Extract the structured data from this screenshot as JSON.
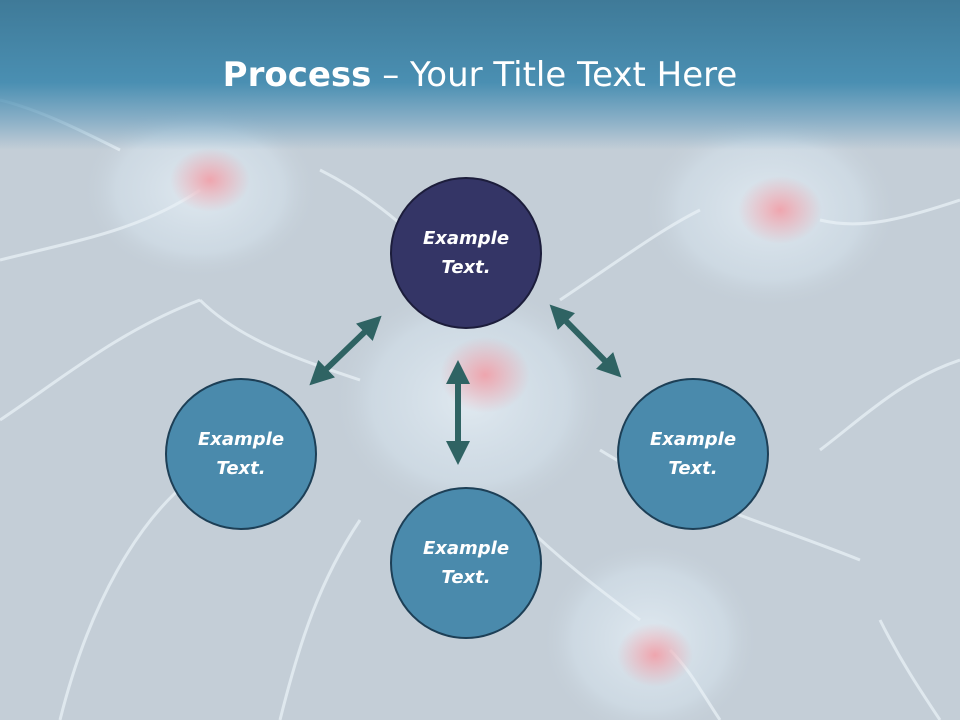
{
  "title": {
    "bold": "Process",
    "separator": " – ",
    "rest": "Your Title Text Here"
  },
  "nodes": {
    "top": {
      "label": "Example Text."
    },
    "left": {
      "label": "Example Text."
    },
    "right": {
      "label": "Example Text."
    },
    "bottom": {
      "label": "Example Text."
    }
  },
  "colors": {
    "title_bar": "#4a8fb2",
    "node_fill": "#4a8aac",
    "top_node_fill": "#343566",
    "arrow": "#2f6363"
  }
}
